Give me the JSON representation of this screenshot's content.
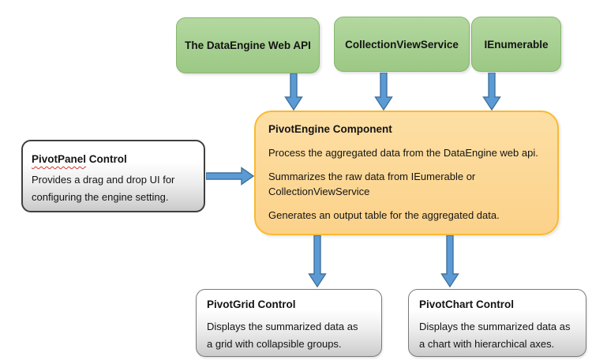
{
  "colors": {
    "background": "#ffffff",
    "green_fill_top": "#b4d8a0",
    "green_fill_bottom": "#9cc884",
    "green_border": "#87b56e",
    "orange_fill_top": "#fddfa4",
    "orange_fill_bottom": "#fcd28a",
    "orange_border": "#faba2f",
    "gray_fill_bottom": "#cbcbcb",
    "panel_border": "#3f3f3f",
    "output_border": "#7a7a7a",
    "arrow_fill": "#5b9bd5",
    "arrow_border": "#41719c"
  },
  "sources": [
    {
      "label": "The DataEngine Web API"
    },
    {
      "label": "CollectionViewService"
    },
    {
      "label": "IEnumerable"
    }
  ],
  "engine": {
    "title": "PivotEngine Component",
    "paragraph1": "Process the aggregated data from the DataEngine web api.",
    "paragraph2_line1": "Summarizes the raw data from IEumerable or",
    "paragraph2_line2": "CollectionViewService",
    "paragraph3": "Generates an output table for the aggregated data."
  },
  "panel": {
    "title_name": "PivotPanel",
    "title_suffix": "Control",
    "body_line1": "Provides a drag and drop UI for",
    "body_line2": "configuring the engine setting."
  },
  "grid": {
    "title": "PivotGrid Control",
    "body_line1": "Displays the summarized data as",
    "body_line2": "a grid with collapsible groups."
  },
  "chart": {
    "title": "PivotChart Control",
    "body_line1": "Displays the summarized data as",
    "body_line2": "a chart with hierarchical axes."
  },
  "connections": [
    {
      "from": "The DataEngine Web API",
      "to": "PivotEngine Component",
      "direction": "down"
    },
    {
      "from": "CollectionViewService",
      "to": "PivotEngine Component",
      "direction": "down"
    },
    {
      "from": "IEnumerable",
      "to": "PivotEngine Component",
      "direction": "down"
    },
    {
      "from": "PivotPanel Control",
      "to": "PivotEngine Component",
      "direction": "right"
    },
    {
      "from": "PivotEngine Component",
      "to": "PivotGrid Control",
      "direction": "down"
    },
    {
      "from": "PivotEngine Component",
      "to": "PivotChart Control",
      "direction": "down"
    }
  ]
}
